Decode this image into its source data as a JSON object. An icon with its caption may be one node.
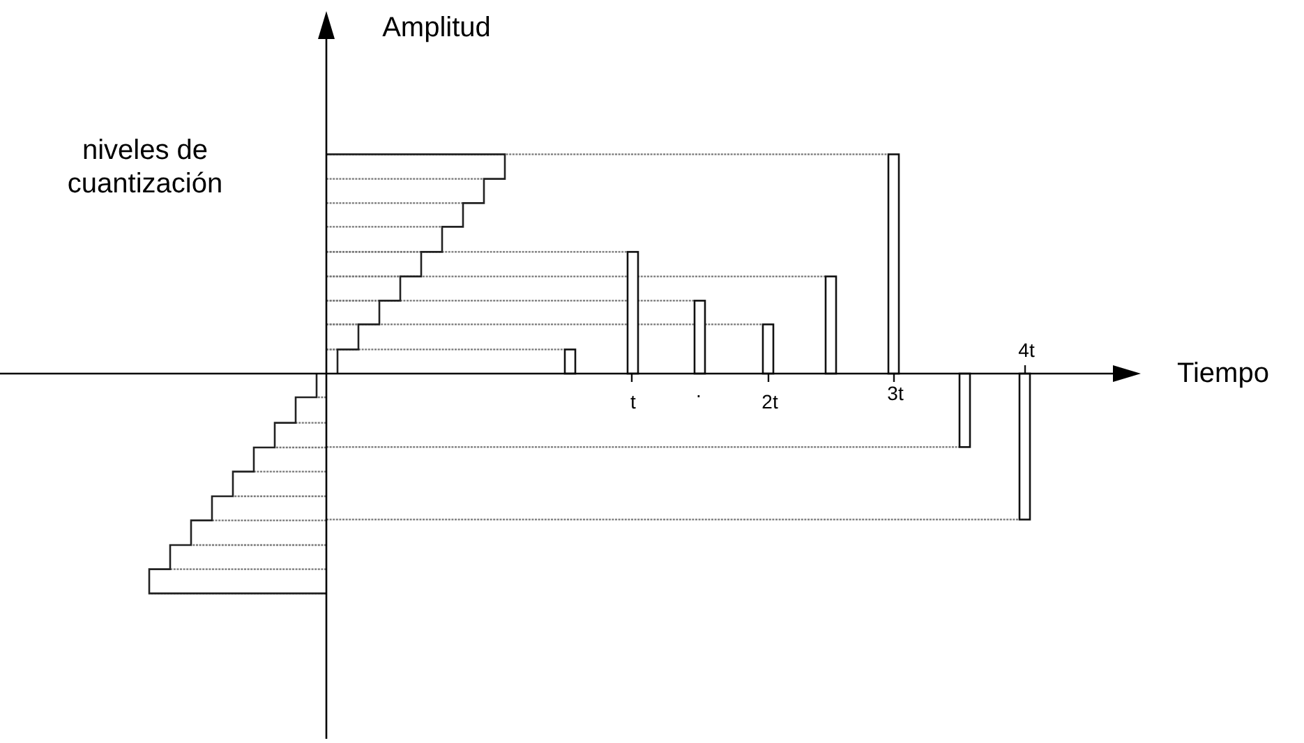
{
  "diagram": {
    "labels": [
      "Amplitud",
      "niveles de cuantización",
      "t",
      ".",
      "2t",
      "3t",
      "4t",
      "Tiempo"
    ]
  }
}
